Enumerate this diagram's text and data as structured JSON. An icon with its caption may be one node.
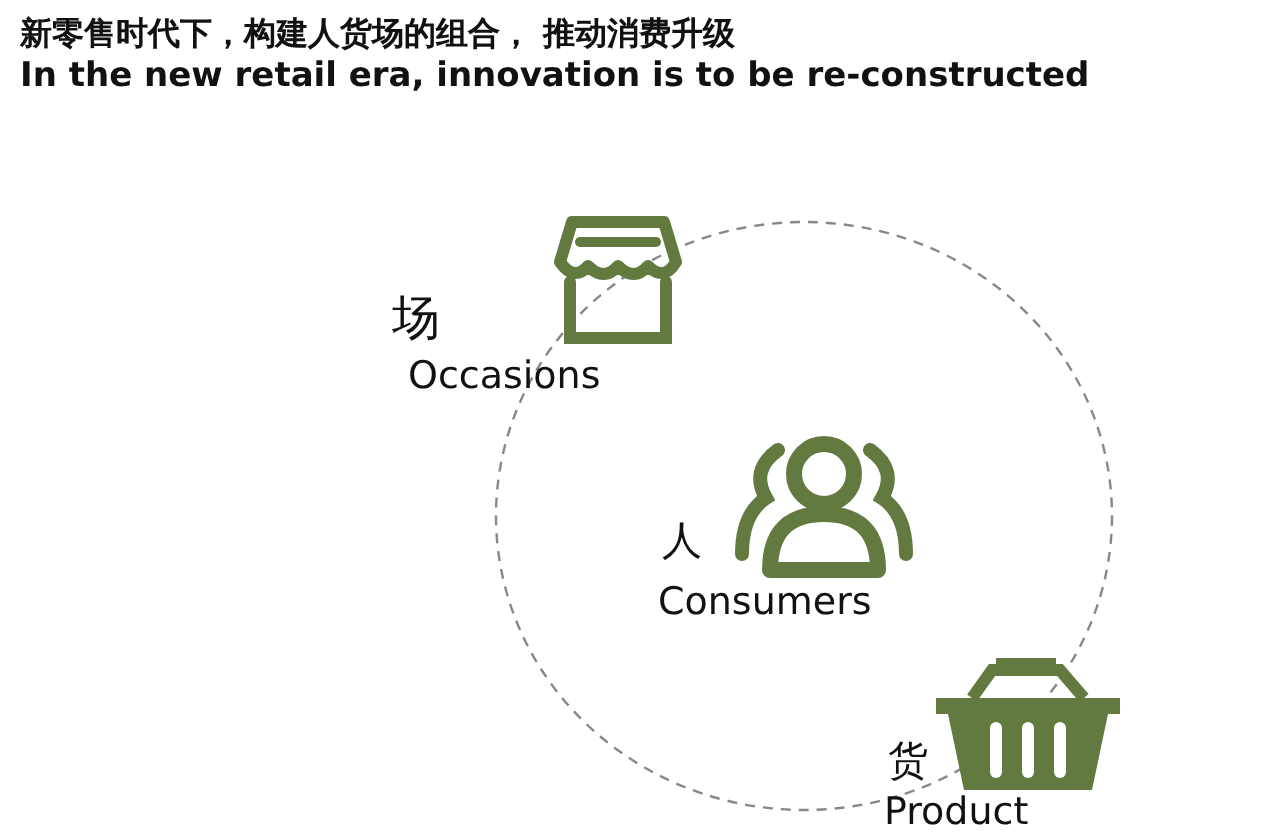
{
  "diagram": {
    "title": "新零售时代下，构建人货场的组合， 推动消费升级",
    "nodes": [
      {
        "text": [
          "场",
          "Occasions"
        ]
      },
      {
        "text": [
          "人",
          "Consumers"
        ]
      },
      {
        "text": [
          "货",
          "Product"
        ]
      }
    ],
    "labels": [
      "In the new retail era, innovation is to be re-constructed"
    ]
  }
}
